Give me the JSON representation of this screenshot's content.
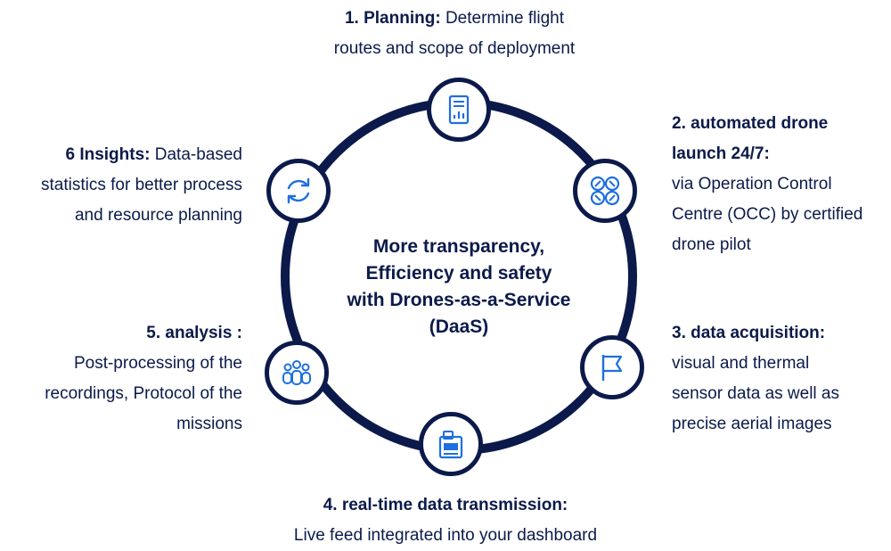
{
  "center": {
    "lines": [
      "More transparency,",
      "Efficiency and safety",
      "with Drones-as-a-Service",
      "(DaaS)"
    ]
  },
  "steps": [
    {
      "id": "planning",
      "title": "1.  Planning:",
      "text": [
        "Determine flight",
        "routes and scope of deployment"
      ],
      "icon": "report-icon"
    },
    {
      "id": "launch",
      "title_lines": [
        "2. automated drone",
        "launch 24/7:"
      ],
      "text": [
        "via Operation Control",
        "Centre (OCC) by certified",
        "drone pilot"
      ],
      "icon": "drone-icon"
    },
    {
      "id": "acquisition",
      "title": "3. data acquisition:",
      "text": [
        "visual and thermal",
        "sensor data as well as",
        "precise aerial images"
      ],
      "icon": "flag-icon"
    },
    {
      "id": "transmission",
      "title": "4. real-time data transmission:",
      "text": [
        "Live feed integrated into your dashboard"
      ],
      "icon": "dashboard-icon"
    },
    {
      "id": "analysis",
      "title": "5. analysis :",
      "text": [
        "Post-processing of the",
        "recordings, Protocol of the",
        "missions"
      ],
      "icon": "team-icon"
    },
    {
      "id": "insights",
      "title": "6 Insights:",
      "text": [
        "Data-based",
        "statistics for better process",
        "and resource planning"
      ],
      "icon": "refresh-icon"
    }
  ],
  "colors": {
    "navy": "#0b1a4a",
    "icon_blue": "#1e6fe0"
  }
}
